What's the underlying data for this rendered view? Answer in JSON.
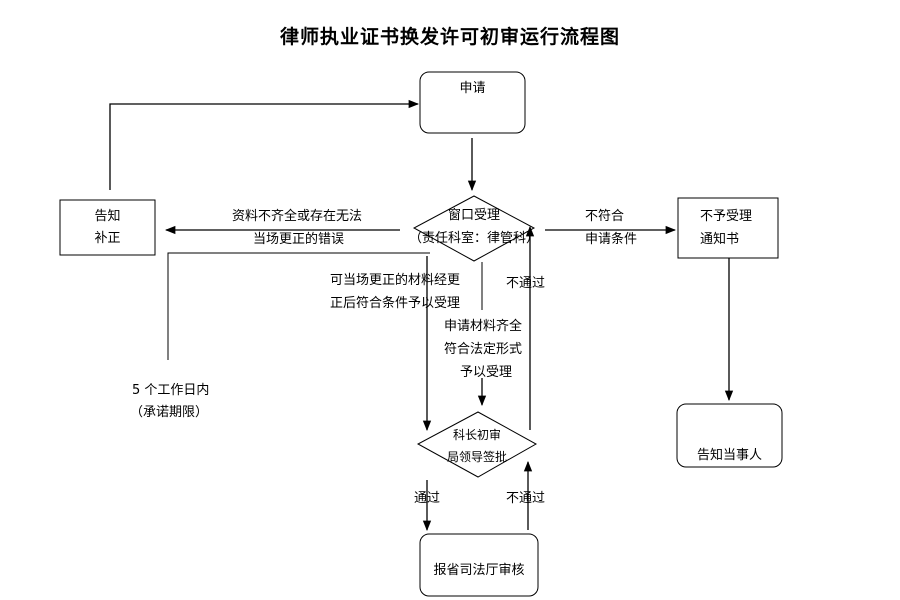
{
  "title": "律师执业证书换发许可初审运行流程图",
  "nodes": {
    "apply": "申请",
    "window_accept_1": "窗口受理",
    "window_accept_2": "（责任科室：律管科）",
    "notify_correct_1": "告知",
    "notify_correct_2": "补正",
    "reject_notice_1": "不予受理",
    "reject_notice_2": "通知书",
    "review_1": "科长初审",
    "review_2": "局领导签批",
    "inform_party": "告知当事人",
    "report_dept": "报省司法厅审核"
  },
  "labels": {
    "incomplete_1": "资料不齐全或存在无法",
    "incomplete_2": "当场更正的错误",
    "not_meet_1": "不符合",
    "not_meet_2": "申请条件",
    "corrected_1": "可当场更正的材料经更",
    "corrected_2": "正后符合条件予以受理",
    "complete_1": "申请材料齐全",
    "complete_2": "符合法定形式",
    "complete_3": "予以受理",
    "fail_upper": "不通过",
    "pass": "通过",
    "fail_lower": "不通过",
    "deadline_1": "5 个工作日内",
    "deadline_2": "（承诺期限）"
  }
}
